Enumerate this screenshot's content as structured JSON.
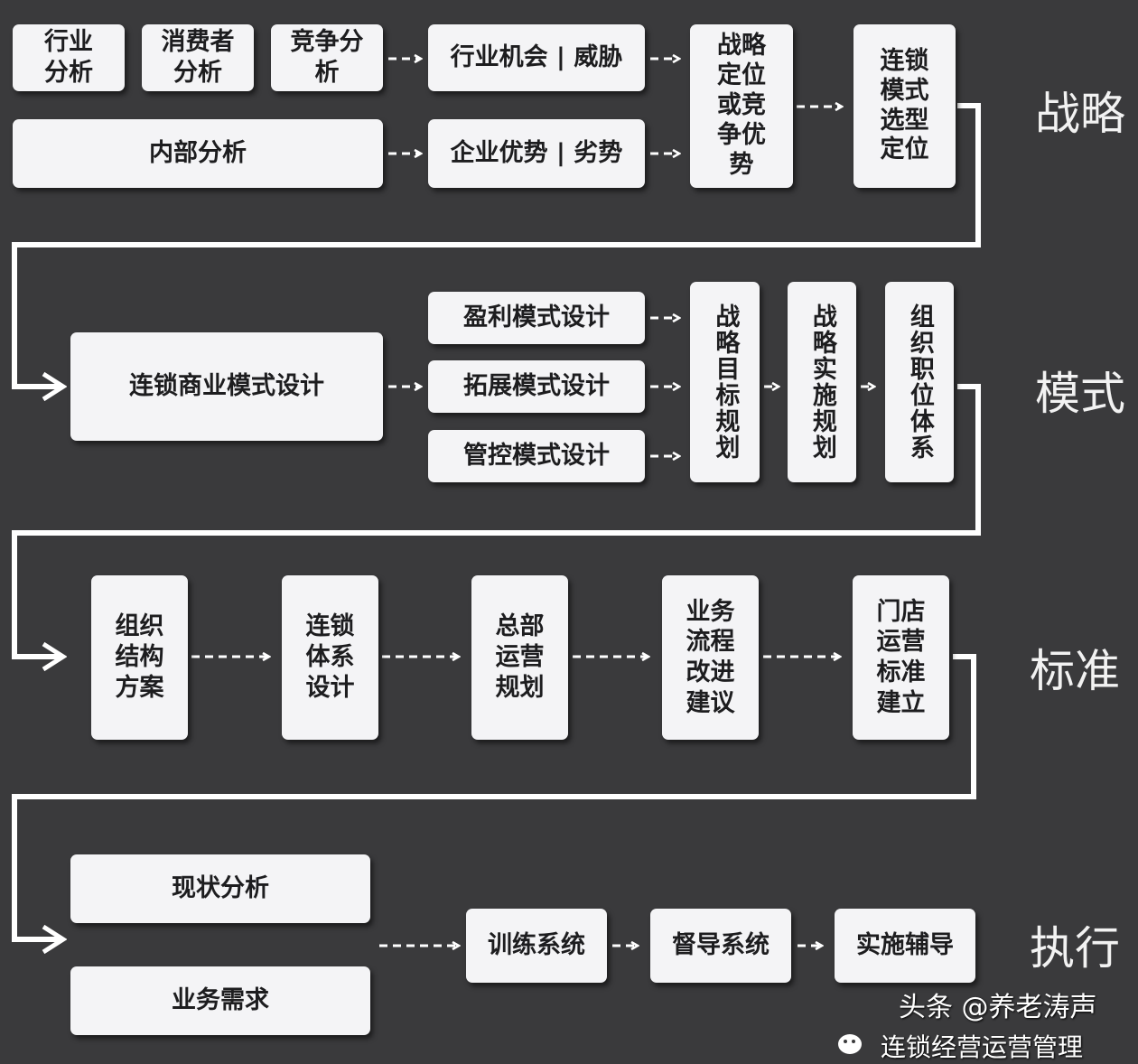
{
  "stages": {
    "strategy": "战略",
    "model": "模式",
    "standard": "标准",
    "execution": "执行"
  },
  "strategy": {
    "industry_analysis": "行业分析",
    "consumer_analysis": "消费者分析",
    "competition_analysis": "竞争分析",
    "internal_analysis": "内部分析",
    "opportunity_threat": "行业机会 | 威胁",
    "strength_weakness": "企业优势 | 劣势",
    "positioning": "战略定位或竞争优势",
    "chain_model": "连锁模式选型定位"
  },
  "model": {
    "business_model": "连锁商业模式设计",
    "profit_model": "盈利模式设计",
    "expansion_model": "拓展模式设计",
    "control_model": "管控模式设计",
    "strategic_goals": "战略目标规划",
    "strategic_implementation": "战略实施规划",
    "org_positions": "组织职位体系"
  },
  "standard": {
    "org_structure": "组织结构方案",
    "chain_system": "连锁体系设计",
    "hq_operations": "总部运营规划",
    "process_improvement": "业务流程改进建议",
    "store_standards": "门店运营标准建立"
  },
  "execution": {
    "current_analysis": "现状分析",
    "business_needs": "业务需求",
    "training_system": "训练系统",
    "supervision_system": "督导系统",
    "implementation_coaching": "实施辅导"
  },
  "watermark": {
    "account": "头条 @养老涛声",
    "channel": "连锁经营运营管理"
  },
  "colors": {
    "background": "#3a3a3c",
    "box": "#f4f4f6",
    "text": "#1d1d1f",
    "connector": "#ffffff"
  }
}
